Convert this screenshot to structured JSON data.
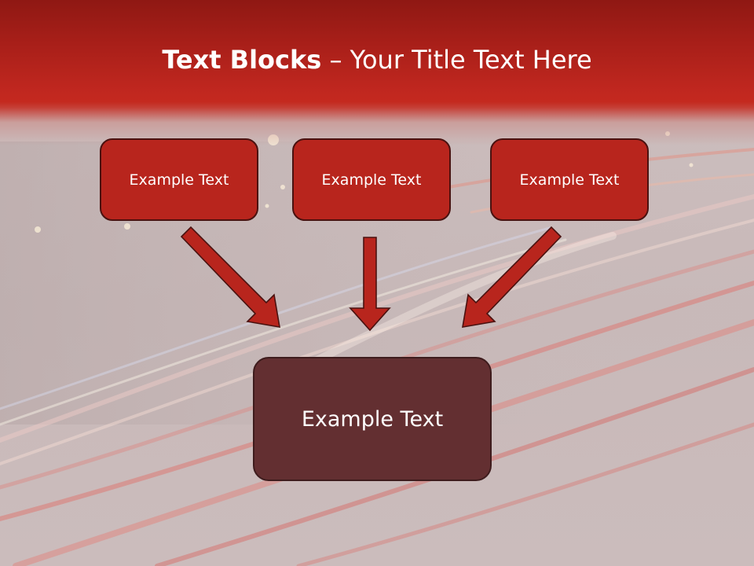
{
  "slide": {
    "title_bold": "Text Blocks",
    "title_rest": " – Your Title Text Here"
  },
  "blocks": {
    "top": [
      {
        "label": "Example Text"
      },
      {
        "label": "Example Text"
      },
      {
        "label": "Example Text"
      }
    ],
    "bottom": {
      "label": "Example Text"
    }
  },
  "colors": {
    "title_band": "#c0271f",
    "top_box_fill": "#b8251d",
    "bottom_box_fill": "#632f31",
    "arrow_fill": "#b8251d",
    "outline": "#4a1210"
  }
}
